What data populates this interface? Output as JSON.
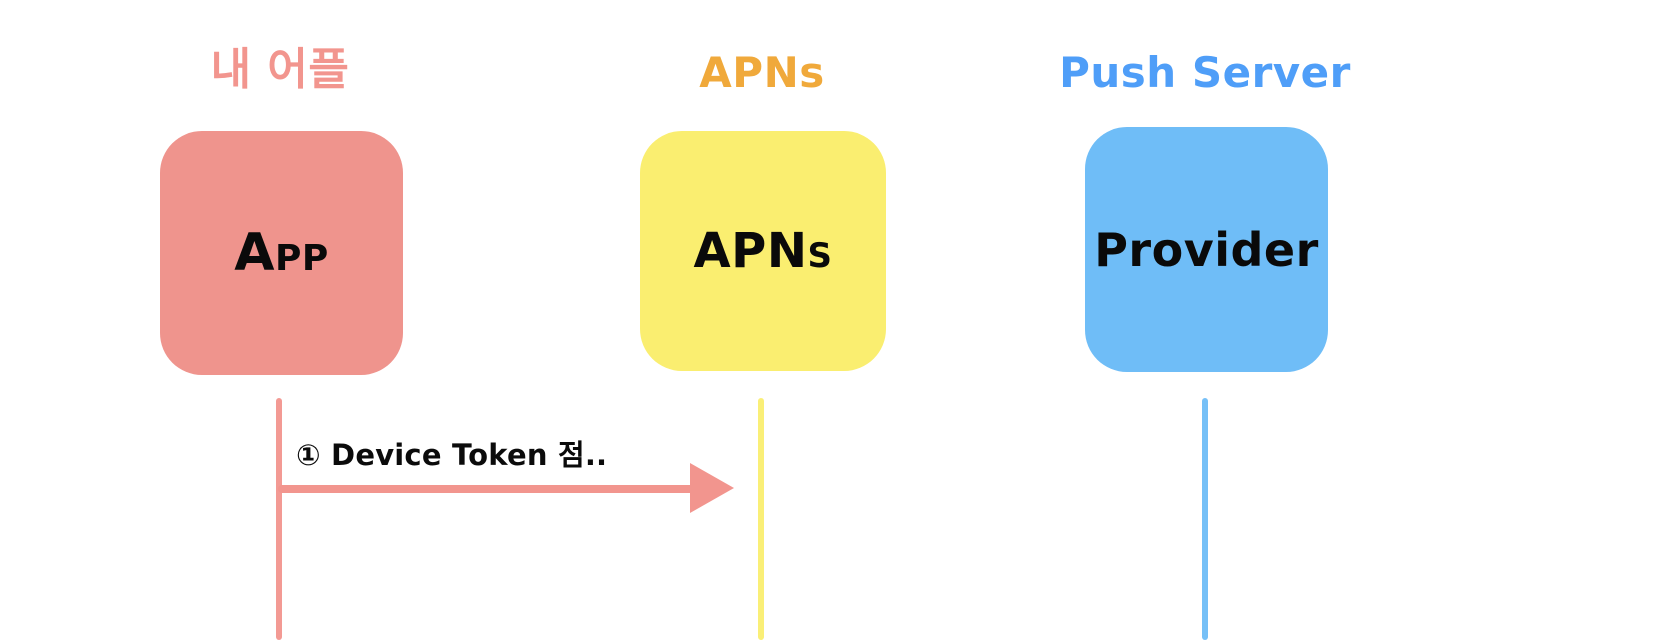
{
  "diagram": {
    "type": "sequence-diagram",
    "background": "#ffffff",
    "columns": [
      {
        "id": "app",
        "title": "내 어플",
        "title_color": "#F2958E",
        "box_label": "App",
        "box_color": "#EF948D",
        "lifeline_color": "#F2958E"
      },
      {
        "id": "apns",
        "title": "APNs",
        "title_color": "#F0A93B",
        "box_label": "APNs",
        "box_color": "#FAEE70",
        "lifeline_color": "#FAEE70"
      },
      {
        "id": "provider",
        "title": "Push Server",
        "title_color": "#4F9EF8",
        "box_label": "Provider",
        "box_color": "#6FBDF7",
        "lifeline_color": "#6FBDF7"
      }
    ],
    "messages": [
      {
        "id": "msg-1",
        "number": "①",
        "label": "① Device Token 점..",
        "text": "Device Token 점..",
        "from": "app",
        "to": "apns",
        "color": "#F2958E",
        "direction": "right"
      }
    ]
  }
}
